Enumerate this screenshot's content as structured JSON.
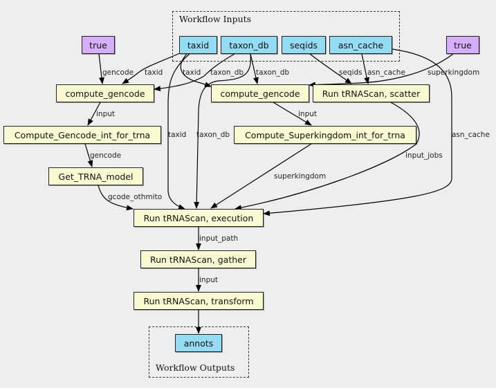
{
  "clusters": {
    "inputs_label": "Workflow Inputs",
    "outputs_label": "Workflow Outputs"
  },
  "nodes": {
    "taxid": "taxid",
    "taxon_db": "taxon_db",
    "seqids": "seqids",
    "asn_cache": "asn_cache",
    "true_left": "true",
    "true_right": "true",
    "compute_gencode_left": "compute_gencode",
    "compute_gencode_right": "compute_gencode",
    "scatter": "Run tRNAScan, scatter",
    "gencode_int": "Compute_Gencode_int_for_trna",
    "superkingdom_int": "Compute_Superkingdom_int_for_trna",
    "trna_model": "Get_TRNA_model",
    "execution": "Run tRNAScan, execution",
    "gather": "Run tRNAScan, gather",
    "transform": "Run tRNAScan, transform",
    "annots": "annots"
  },
  "edge_labels": {
    "true_to_cg_left": "gencode",
    "taxid_to_cg_left": "taxid",
    "taxid_to_cg_right": "taxid",
    "taxon_db_to_cg_left": "taxon_db",
    "taxon_db_to_cg_right": "taxon_db",
    "seqids_to_scatter": "seqids",
    "asn_cache_to_scatter": "asn_cache",
    "true_to_cg_right": "superkingdom",
    "cg_left_to_gencode_int": "input",
    "cg_right_to_superkingdom_int": "input",
    "gencode_int_to_model": "gencode",
    "taxid_to_execution": "taxid",
    "taxon_db_to_execution": "taxon_db",
    "asn_cache_to_execution": "asn_cache",
    "scatter_to_execution": "input_jobs",
    "superkingdom_int_to_execution": "superkingdom",
    "model_to_execution": "gcode_othmito",
    "execution_to_gather": "input_path",
    "gather_to_transform": "input"
  },
  "colors": {
    "input_node": "#94dbf4",
    "constant_node": "#d5aefc",
    "step_node": "#fafad2",
    "background": "#eeeeee",
    "edge": "#000000"
  }
}
